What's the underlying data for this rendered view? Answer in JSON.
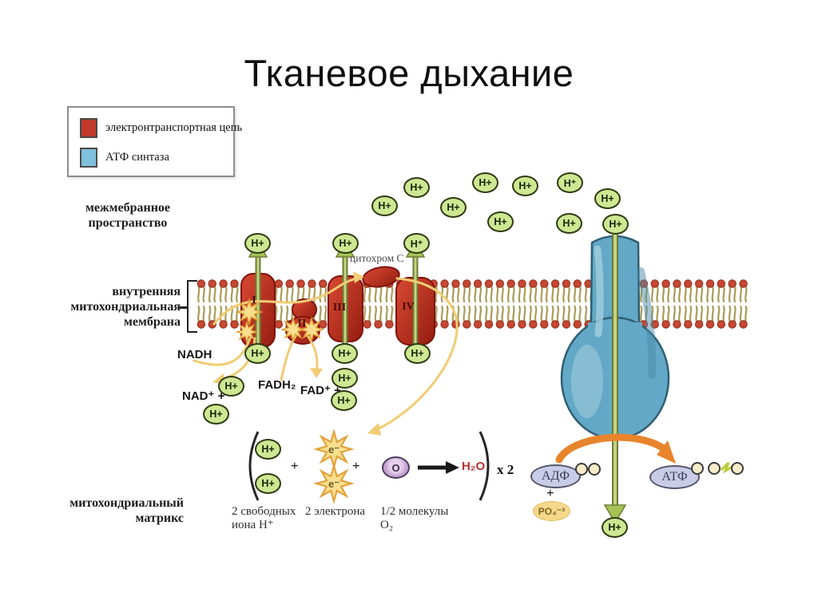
{
  "title": "Тканевое дыхание",
  "legend": {
    "items": [
      {
        "label": "электронтранспортная цепь",
        "color": "#c0392b"
      },
      {
        "label": "АТФ синтаза",
        "color": "#7fc0dd"
      }
    ]
  },
  "regions": {
    "intermembrane": [
      "межмебранное",
      "пространство"
    ],
    "inner_membrane": [
      "внутренняя",
      "митохондриальная",
      "мембрана"
    ],
    "matrix": [
      "митохондриальный",
      "матрикс"
    ]
  },
  "molecules": {
    "h_plus": "H+",
    "h_plus_sup": "H⁺",
    "nadh": "NADH",
    "nad": "NAD⁺ +",
    "fadh2": "FADH₂",
    "fad": "FAD⁺ +",
    "cytochrome_c": "цитохром C",
    "electron": "e⁻",
    "oxygen": "O",
    "h2o": "H₂O",
    "adp": "АДФ",
    "atp": "АТФ",
    "po4": "PO₄⁻³",
    "plus": "+"
  },
  "reaction": {
    "free_ions": [
      "2 свободных",
      "иона Н⁺"
    ],
    "electrons": "2 электрона",
    "half_o2": [
      "1/2 молекулы",
      "О₂"
    ],
    "times": "x 2"
  },
  "complexes": [
    {
      "numeral": "I"
    },
    {
      "numeral": "II"
    },
    {
      "numeral": "III"
    },
    {
      "numeral": "IV"
    }
  ],
  "colors": {
    "chain_red": "#c0392b",
    "synthase_blue": "#63a8c6",
    "proton_green": "#cde792",
    "pump_arrow_green": "#a6c257",
    "electron_yellow": "#f0cc74",
    "atp_arrow_orange": "#e8842c",
    "h2o_red": "#b23230",
    "oxygen_purple": "#c5a3d2"
  }
}
